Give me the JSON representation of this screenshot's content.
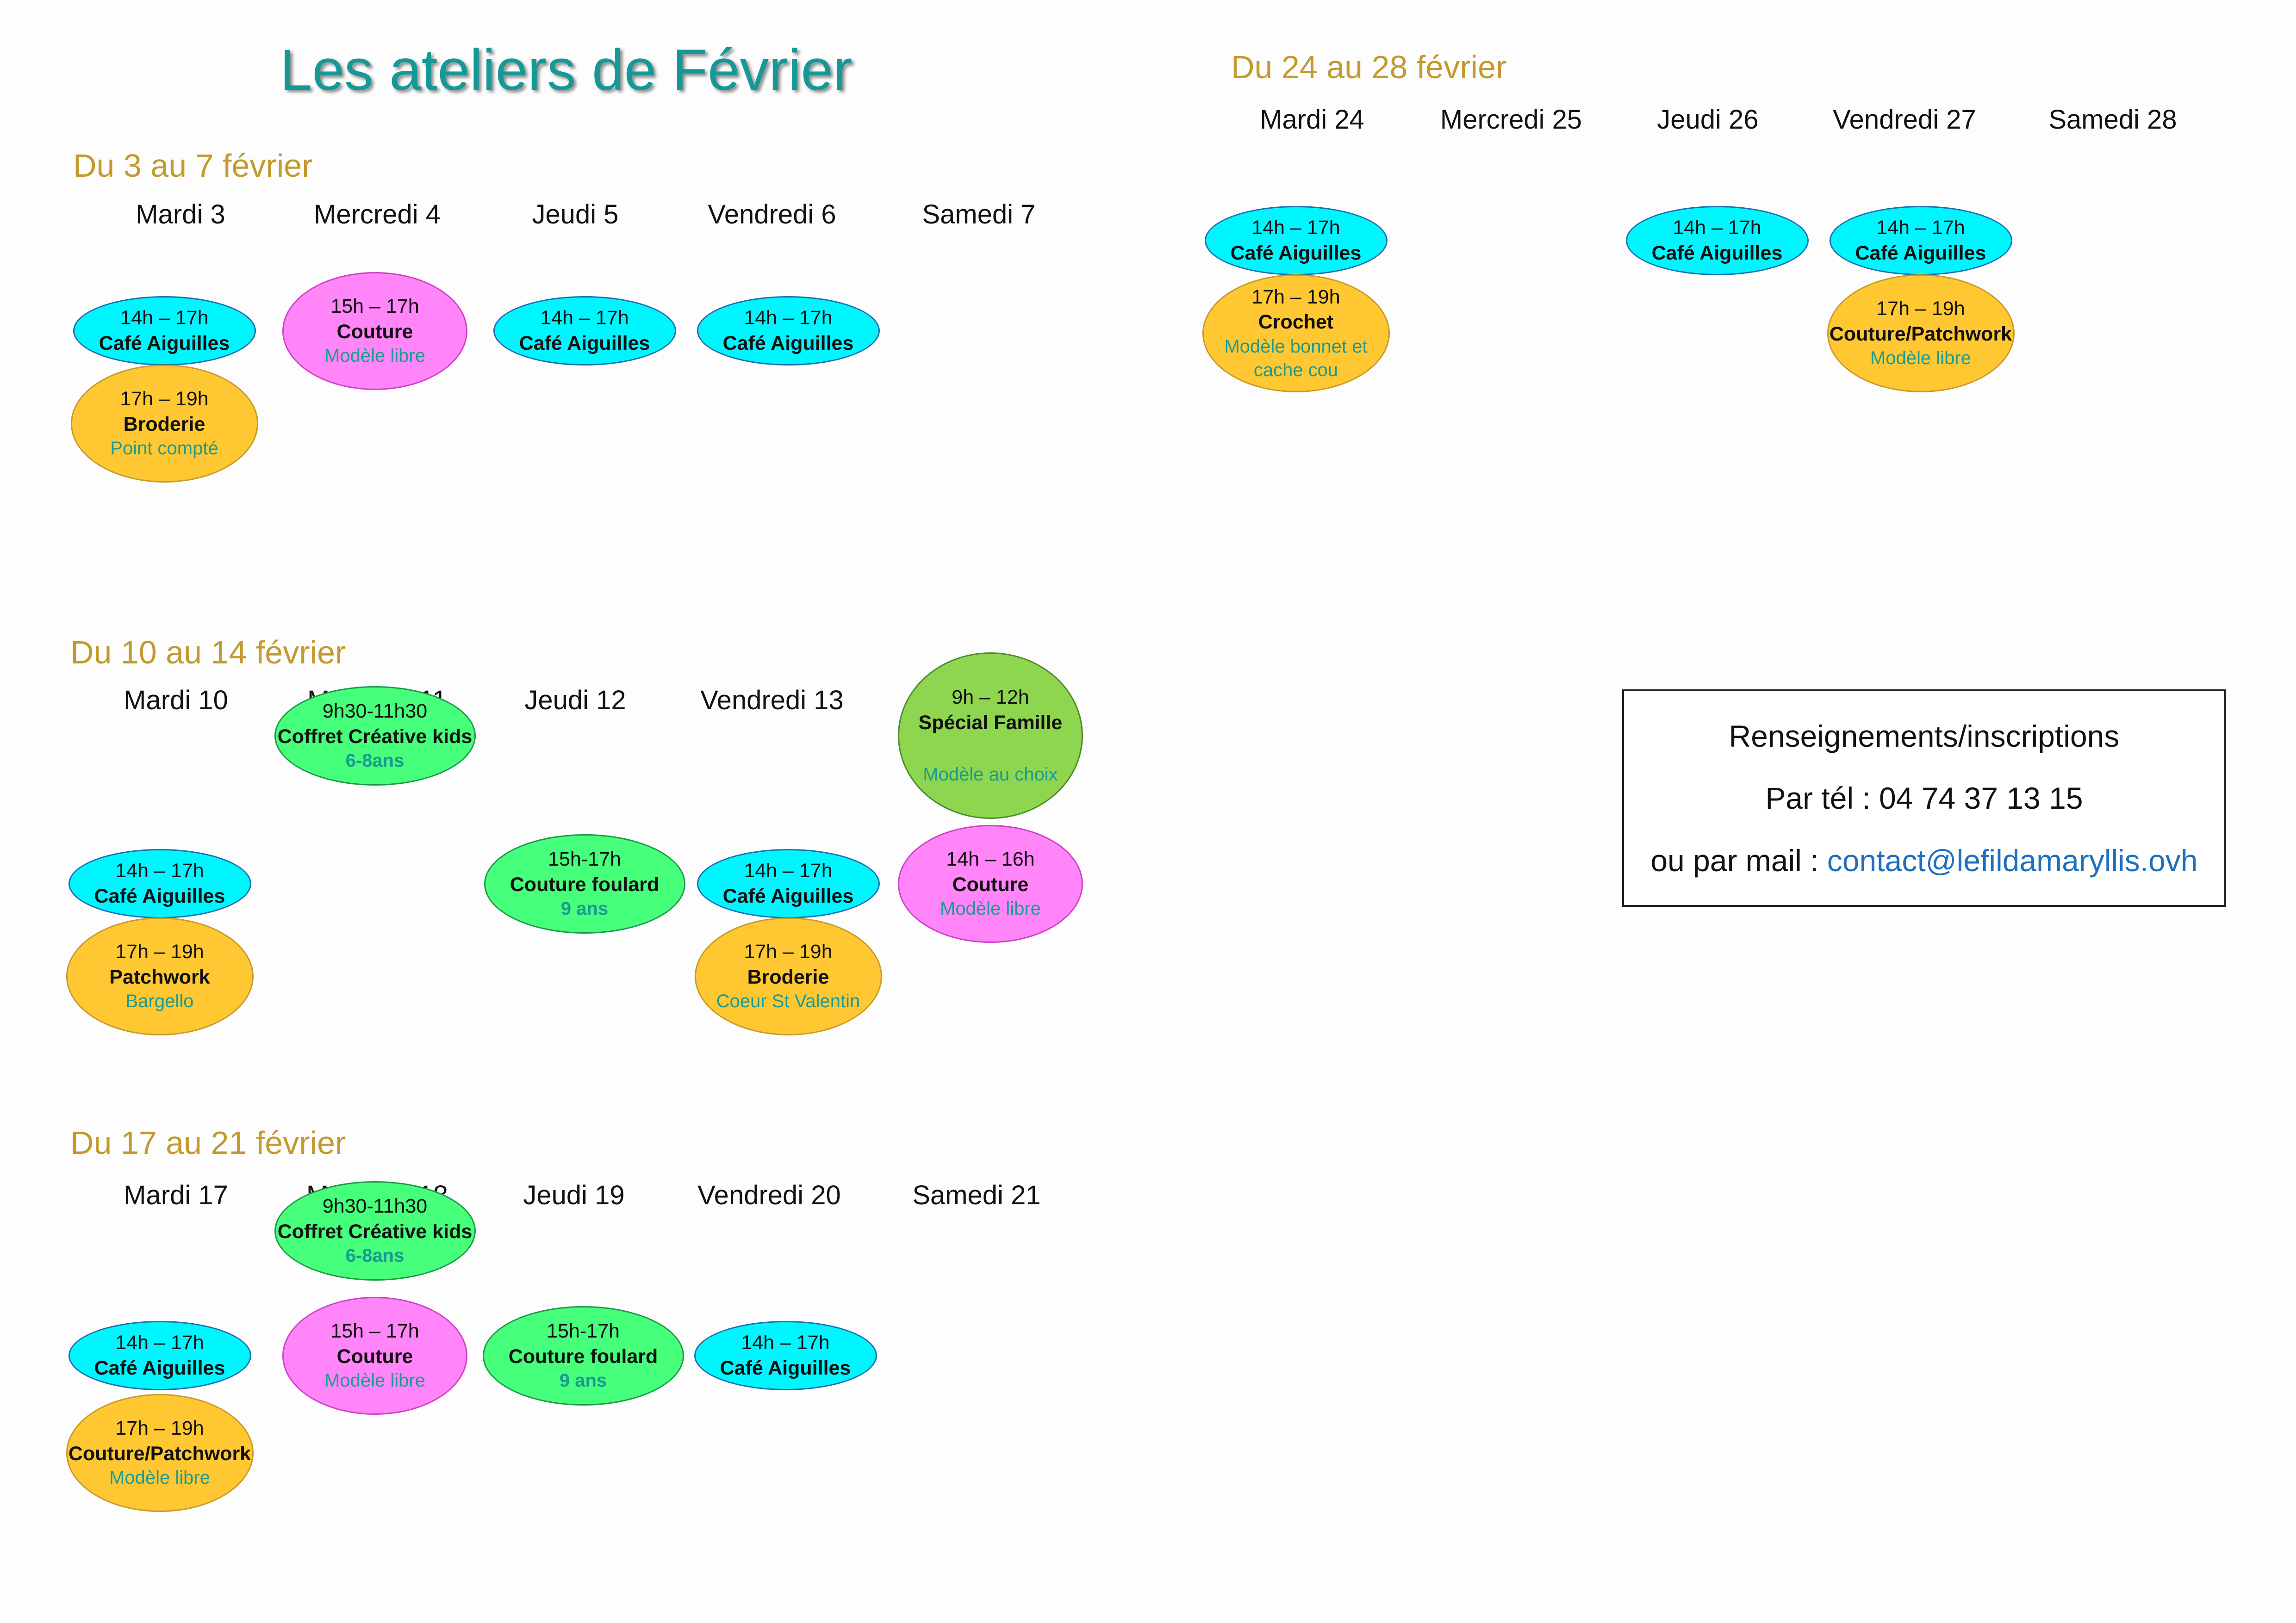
{
  "title": "Les ateliers de Février",
  "weeks": [
    {
      "heading": "Du 3 au 7 février",
      "days": [
        "Mardi 3",
        "Mercredi 4",
        "Jeudi 5",
        "Vendredi 6",
        "Samedi 7"
      ],
      "events": [
        {
          "day": 0,
          "slot": "a",
          "time": "14h – 17h",
          "name": "Café Aiguilles",
          "color": "cyan"
        },
        {
          "day": 0,
          "slot": "b",
          "time": "17h – 19h",
          "name": "Broderie",
          "detail": "Point compté",
          "color": "orange"
        },
        {
          "day": 1,
          "slot": "a",
          "time": "15h – 17h",
          "name": "Couture",
          "detail": "Modèle libre",
          "color": "pink"
        },
        {
          "day": 2,
          "slot": "a",
          "time": "14h – 17h",
          "name": "Café Aiguilles",
          "color": "cyan"
        },
        {
          "day": 3,
          "slot": "a",
          "time": "14h – 17h",
          "name": "Café Aiguilles",
          "color": "cyan"
        }
      ]
    },
    {
      "heading": "Du 10 au 14 février",
      "days": [
        "Mardi 10",
        "Mercredi 11",
        "Jeudi 12",
        "Vendredi 13",
        "Samedi 14"
      ],
      "events": [
        {
          "day": 1,
          "slot": "top",
          "time": "9h30-11h30",
          "name": "Coffret Créative kids",
          "detail": "6-8ans",
          "detail_bold": true,
          "color": "green"
        },
        {
          "day": 4,
          "slot": "top",
          "time": "9h – 12h",
          "name": "Spécial Famille",
          "detail": "Modèle au choix",
          "color": "olive"
        },
        {
          "day": 0,
          "slot": "a",
          "time": "14h – 17h",
          "name": "Café Aiguilles",
          "color": "cyan"
        },
        {
          "day": 2,
          "slot": "a",
          "time": "15h-17h",
          "name": "Couture foulard",
          "detail": "9 ans",
          "detail_bold": true,
          "color": "green"
        },
        {
          "day": 3,
          "slot": "a",
          "time": "14h – 17h",
          "name": "Café Aiguilles",
          "color": "cyan"
        },
        {
          "day": 4,
          "slot": "a",
          "time": "14h – 16h",
          "name": "Couture",
          "detail": "Modèle libre",
          "color": "pink"
        },
        {
          "day": 0,
          "slot": "b",
          "time": "17h – 19h",
          "name": "Patchwork",
          "detail": "Bargello",
          "color": "orange"
        },
        {
          "day": 3,
          "slot": "b",
          "time": "17h – 19h",
          "name": "Broderie",
          "detail": "Coeur St Valentin",
          "color": "orange"
        }
      ]
    },
    {
      "heading": "Du 17 au 21 février",
      "days": [
        "Mardi 17",
        "Mercredi 18",
        "Jeudi 19",
        "Vendredi 20",
        "Samedi 21"
      ],
      "events": [
        {
          "day": 1,
          "slot": "top",
          "time": "9h30-11h30",
          "name": "Coffret Créative kids",
          "detail": "6-8ans",
          "detail_bold": true,
          "color": "green"
        },
        {
          "day": 0,
          "slot": "a",
          "time": "14h – 17h",
          "name": "Café Aiguilles",
          "color": "cyan"
        },
        {
          "day": 1,
          "slot": "a",
          "time": "15h – 17h",
          "name": "Couture",
          "detail": "Modèle libre",
          "color": "pink"
        },
        {
          "day": 2,
          "slot": "a",
          "time": "15h-17h",
          "name": "Couture foulard",
          "detail": "9 ans",
          "detail_bold": true,
          "color": "green"
        },
        {
          "day": 3,
          "slot": "a",
          "time": "14h – 17h",
          "name": "Café Aiguilles",
          "color": "cyan"
        },
        {
          "day": 0,
          "slot": "b",
          "time": "17h – 19h",
          "name": "Couture/Patchwork",
          "detail": "Modèle libre",
          "color": "orange"
        }
      ]
    },
    {
      "heading": "Du 24 au 28 février",
      "days": [
        "Mardi 24",
        "Mercredi 25",
        "Jeudi 26",
        "Vendredi 27",
        "Samedi 28"
      ],
      "events": [
        {
          "day": 0,
          "slot": "a",
          "time": "14h – 17h",
          "name": "Café Aiguilles",
          "color": "cyan"
        },
        {
          "day": 0,
          "slot": "b",
          "time": "17h – 19h",
          "name": "Crochet",
          "detail": "Modèle bonnet et cache cou",
          "color": "orange"
        },
        {
          "day": 2,
          "slot": "a",
          "time": "14h – 17h",
          "name": "Café Aiguilles",
          "color": "cyan"
        },
        {
          "day": 3,
          "slot": "a",
          "time": "14h – 17h",
          "name": "Café Aiguilles",
          "color": "cyan"
        },
        {
          "day": 3,
          "slot": "b",
          "time": "17h – 19h",
          "name": "Couture/Patchwork",
          "detail": "Modèle libre",
          "color": "orange"
        }
      ]
    }
  ],
  "contact": {
    "heading": "Renseignements/inscriptions",
    "phone_line": "Par tél : 04 74 37 13 15",
    "mail_prefix": "ou par mail : ",
    "email": "contact@lefildamaryllis.ovh"
  },
  "colors": {
    "title": "#159896",
    "week_heading": "#c39a2e",
    "detail_text": "#1a9a93",
    "link": "#1f6fbf",
    "cyan": "#00f6ff",
    "orange": "#ffc832",
    "pink": "#ff85f8",
    "green": "#46ff7a",
    "olive": "#8ed650"
  }
}
